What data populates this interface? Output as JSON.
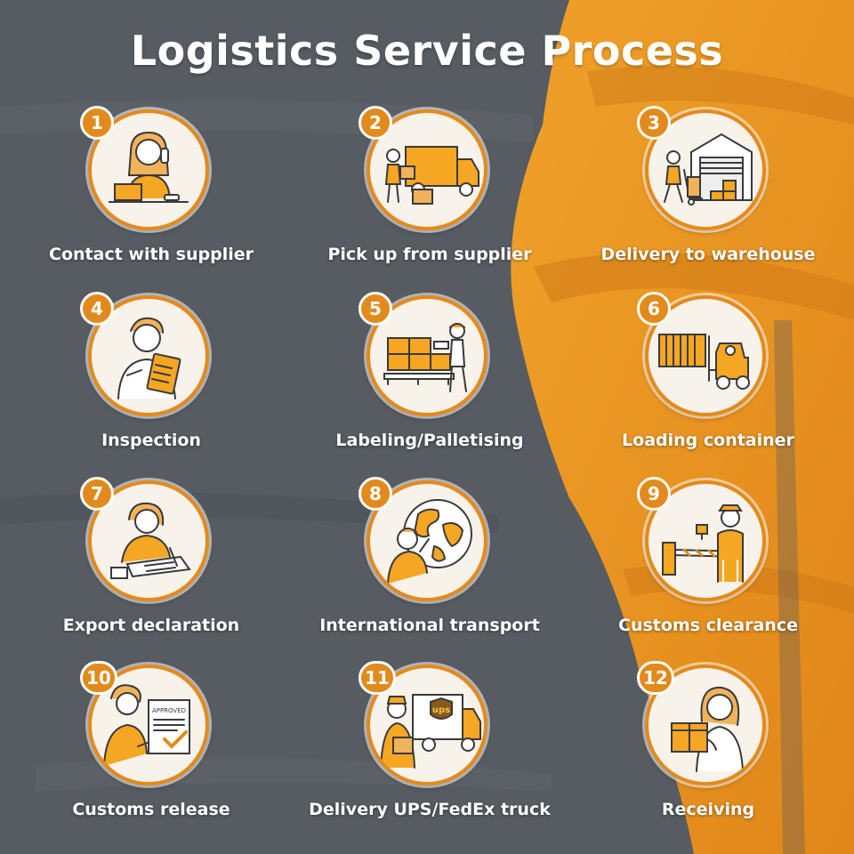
{
  "title": "Logistics Service Process",
  "colors": {
    "accent": "#e38a1c",
    "background": "#555b61",
    "circle_fill": "#f7f2ea",
    "line_art": "#3a3a3a"
  },
  "steps": [
    {
      "number": "1",
      "label": "Contact with supplier",
      "icon": "woman-on-phone-laptop-icon"
    },
    {
      "number": "2",
      "label": "Pick up from supplier",
      "icon": "pickup-truck-boxes-icon"
    },
    {
      "number": "3",
      "label": "Delivery to warehouse",
      "icon": "warehouse-handcart-icon"
    },
    {
      "number": "4",
      "label": "Inspection",
      "icon": "inspector-clipboard-icon"
    },
    {
      "number": "5",
      "label": "Labeling/Palletising",
      "icon": "pallet-boxes-worker-icon"
    },
    {
      "number": "6",
      "label": "Loading container",
      "icon": "forklift-container-icon"
    },
    {
      "number": "7",
      "label": "Export declaration",
      "icon": "woman-writing-documents-icon"
    },
    {
      "number": "8",
      "label": "International transport",
      "icon": "globe-person-icon"
    },
    {
      "number": "9",
      "label": "Customs clearance",
      "icon": "customs-officer-barrier-icon"
    },
    {
      "number": "10",
      "label": "Customs release",
      "icon": "approved-document-icon"
    },
    {
      "number": "11",
      "label": "Delivery UPS/FedEx truck",
      "icon": "ups-delivery-truck-icon"
    },
    {
      "number": "12",
      "label": "Receiving",
      "icon": "woman-receiving-box-icon"
    }
  ],
  "icon_labels": {
    "ups_logo": "ups",
    "approved_stamp": "APPROVED"
  }
}
